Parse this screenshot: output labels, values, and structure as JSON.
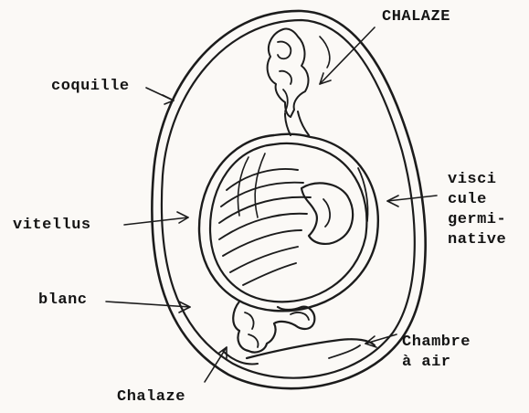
{
  "diagram": {
    "labels": {
      "chalaze_top": "CHALAZE",
      "coquille": "coquille",
      "vitellus": "vitellus",
      "blanc": "blanc",
      "chalaze_bottom": "Chalaze",
      "vesicule": [
        "visci",
        "cule",
        "germi-",
        "native"
      ],
      "chambre": [
        "Chambre",
        "à air"
      ]
    }
  },
  "colors": {
    "ink": "#1c1c1c",
    "paper": "#fbf9f6"
  }
}
